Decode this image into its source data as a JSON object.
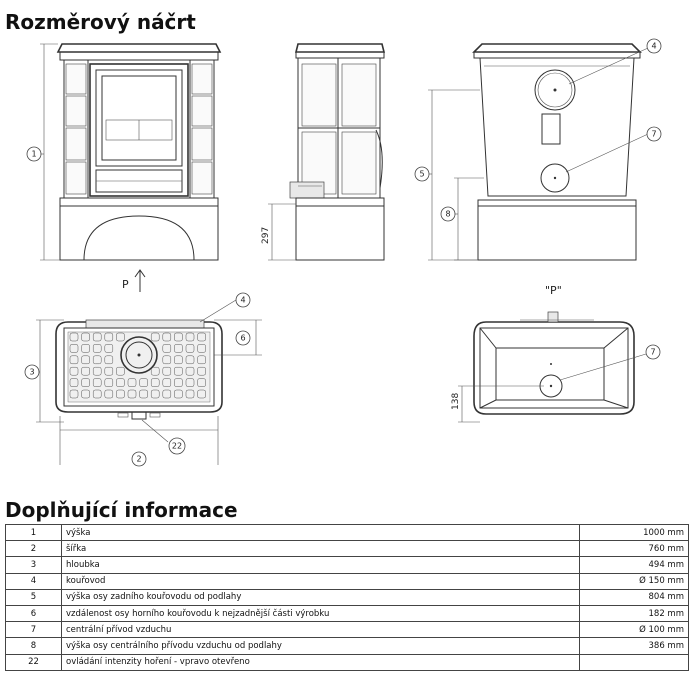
{
  "sketch_title": "Rozměrový náčrt",
  "info_title": "Doplňující informace",
  "drawing": {
    "callouts": {
      "c1": "1",
      "c2": "2",
      "c3": "3",
      "c4a": "4",
      "c4b": "4",
      "c5": "5",
      "c6": "6",
      "c7a": "7",
      "c7b": "7",
      "c8": "8",
      "c22": "22"
    },
    "dim_297": "297",
    "dim_138": "138",
    "arrow_label": "P",
    "view_label": "\"P\""
  },
  "rows": [
    {
      "num": "1",
      "label": "výška",
      "value": "1000 mm"
    },
    {
      "num": "2",
      "label": "šířka",
      "value": "760 mm"
    },
    {
      "num": "3",
      "label": "hloubka",
      "value": "494 mm"
    },
    {
      "num": "4",
      "label": "kouřovod",
      "value": "Ø 150 mm"
    },
    {
      "num": "5",
      "label": "výška osy zadního kouřovodu od podlahy",
      "value": "804 mm"
    },
    {
      "num": "6",
      "label": "vzdálenost osy horního kouřovodu k nejzadnější části výrobku",
      "value": "182 mm"
    },
    {
      "num": "7",
      "label": "centrální přívod vzduchu",
      "value": "Ø 100 mm"
    },
    {
      "num": "8",
      "label": "výška osy centrálního přívodu vzduchu od podlahy",
      "value": "386 mm"
    },
    {
      "num": "22",
      "label": "ovládání intenzity hoření - vpravo otevřeno",
      "value": ""
    }
  ]
}
